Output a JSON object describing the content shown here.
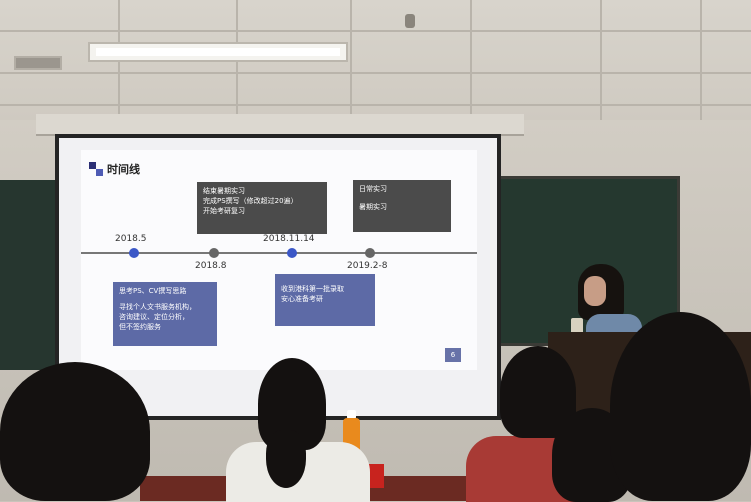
{
  "slide": {
    "title": "时间线",
    "page_number": "6",
    "timeline": [
      {
        "date": "2018.5"
      },
      {
        "date": "2018.8"
      },
      {
        "date": "2018.11.14"
      },
      {
        "date": "2019.2-8"
      }
    ],
    "top_box_1": {
      "lines": [
        "结束暑期实习",
        "完成PS撰写（修改超过20遍）",
        "开始考研复习"
      ]
    },
    "top_box_2": {
      "lines": [
        "日常实习",
        "暑期实习"
      ]
    },
    "bottom_box_1": {
      "lines": [
        "思考PS、CV撰写思路",
        "寻找个人文书服务机构，",
        "咨询建议、定位分析，",
        "但不签约服务"
      ]
    },
    "bottom_box_2": {
      "lines": [
        "收到港科第一批录取",
        "安心准备考研"
      ]
    }
  },
  "colors": {
    "accent_blue": "#3b57c7",
    "dark_box": "#4b4b4b",
    "blue_box": "#5d6aa6",
    "bottle": "#e98a1d"
  }
}
